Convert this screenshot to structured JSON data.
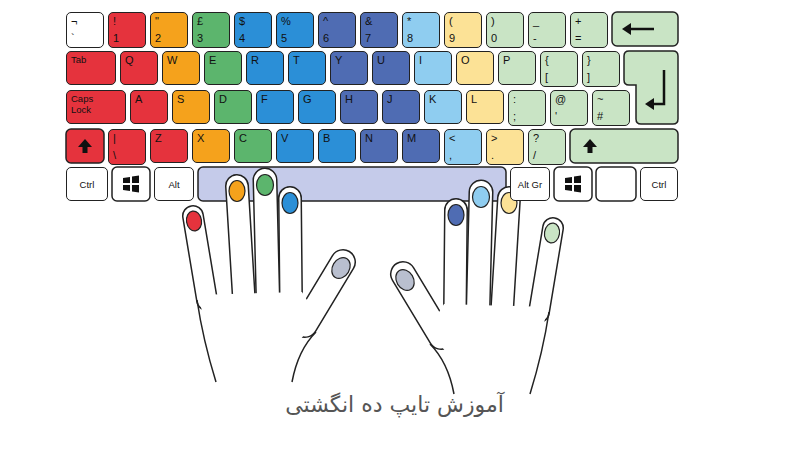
{
  "diagram": {
    "caption": "آموزش تایپ ده انگشتی",
    "nodes": [
      {
        "text": [
          "¬",
          "`"
        ]
      },
      {
        "text": [
          "!",
          "1"
        ]
      },
      {
        "text": [
          "\"",
          "2"
        ]
      },
      {
        "text": [
          "£",
          "3"
        ]
      },
      {
        "text": [
          "$",
          "4"
        ]
      },
      {
        "text": [
          "%",
          "5"
        ]
      },
      {
        "text": [
          "^",
          "6"
        ]
      },
      {
        "text": [
          "&",
          "7"
        ]
      },
      {
        "text": [
          "*",
          "8"
        ]
      },
      {
        "text": [
          "(",
          "9"
        ]
      },
      {
        "text": [
          ")",
          "0"
        ]
      },
      {
        "text": [
          "_",
          "-"
        ]
      },
      {
        "text": [
          "+",
          "="
        ]
      },
      {
        "text": [
          "Tab"
        ]
      },
      {
        "text": [
          "Q"
        ]
      },
      {
        "text": [
          "W"
        ]
      },
      {
        "text": [
          "E"
        ]
      },
      {
        "text": [
          "R"
        ]
      },
      {
        "text": [
          "T"
        ]
      },
      {
        "text": [
          "Y"
        ]
      },
      {
        "text": [
          "U"
        ]
      },
      {
        "text": [
          "I"
        ]
      },
      {
        "text": [
          "O"
        ]
      },
      {
        "text": [
          "P"
        ]
      },
      {
        "text": [
          "{",
          "["
        ]
      },
      {
        "text": [
          "}",
          "]"
        ]
      },
      {
        "text": [
          "Caps Lock"
        ]
      },
      {
        "text": [
          "A"
        ]
      },
      {
        "text": [
          "S"
        ]
      },
      {
        "text": [
          "D"
        ]
      },
      {
        "text": [
          "F"
        ]
      },
      {
        "text": [
          "G"
        ]
      },
      {
        "text": [
          "H"
        ]
      },
      {
        "text": [
          "J"
        ]
      },
      {
        "text": [
          "K"
        ]
      },
      {
        "text": [
          "L"
        ]
      },
      {
        "text": [
          ":",
          ";"
        ]
      },
      {
        "text": [
          "@",
          "'"
        ]
      },
      {
        "text": [
          "~",
          "#"
        ]
      },
      {
        "text": [
          "|",
          "\\"
        ]
      },
      {
        "text": [
          "Z"
        ]
      },
      {
        "text": [
          "X"
        ]
      },
      {
        "text": [
          "C"
        ]
      },
      {
        "text": [
          "V"
        ]
      },
      {
        "text": [
          "B"
        ]
      },
      {
        "text": [
          "N"
        ]
      },
      {
        "text": [
          "M"
        ]
      },
      {
        "text": [
          "<",
          ","
        ]
      },
      {
        "text": [
          ">",
          "."
        ]
      },
      {
        "text": [
          "?",
          "/"
        ]
      },
      {
        "text": [
          "Ctrl"
        ]
      },
      {
        "text": [
          "Alt"
        ]
      },
      {
        "text": [
          "Alt Gr"
        ]
      },
      {
        "text": [
          "Ctrl"
        ]
      }
    ]
  }
}
